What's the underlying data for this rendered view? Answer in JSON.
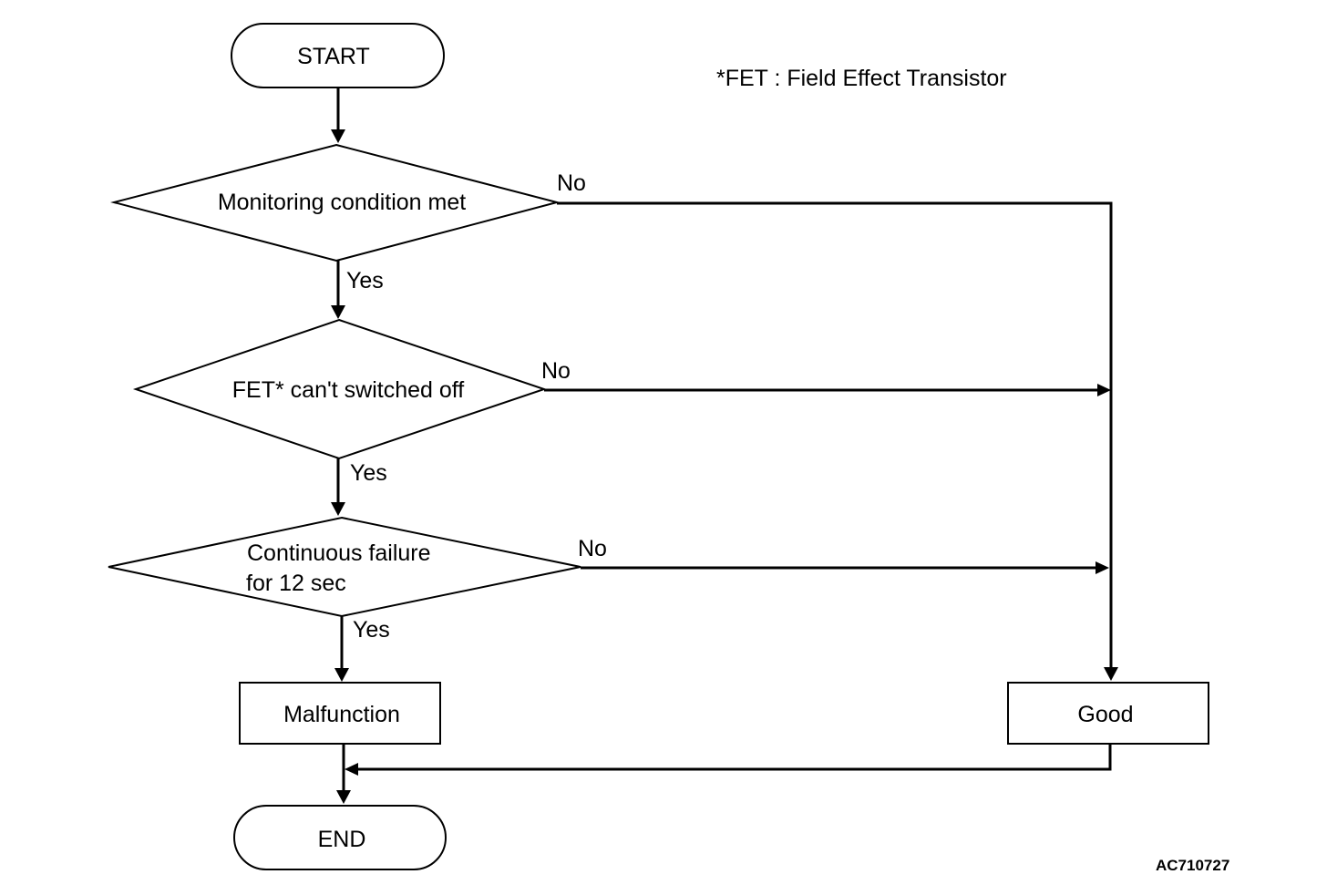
{
  "footnote": "*FET : Field Effect Transistor",
  "figure_code": "AC710727",
  "nodes": {
    "start": "START",
    "decision_monitoring": "Monitoring condition met",
    "decision_fet": "FET* can't switched off",
    "decision_continuous_line1": "Continuous failure",
    "decision_continuous_line2": "for 12 sec",
    "malfunction": "Malfunction",
    "good": "Good",
    "end": "END"
  },
  "edges": {
    "monitoring_yes": "Yes",
    "monitoring_no": "No",
    "fet_yes": "Yes",
    "fet_no": "No",
    "continuous_yes": "Yes",
    "continuous_no": "No"
  }
}
